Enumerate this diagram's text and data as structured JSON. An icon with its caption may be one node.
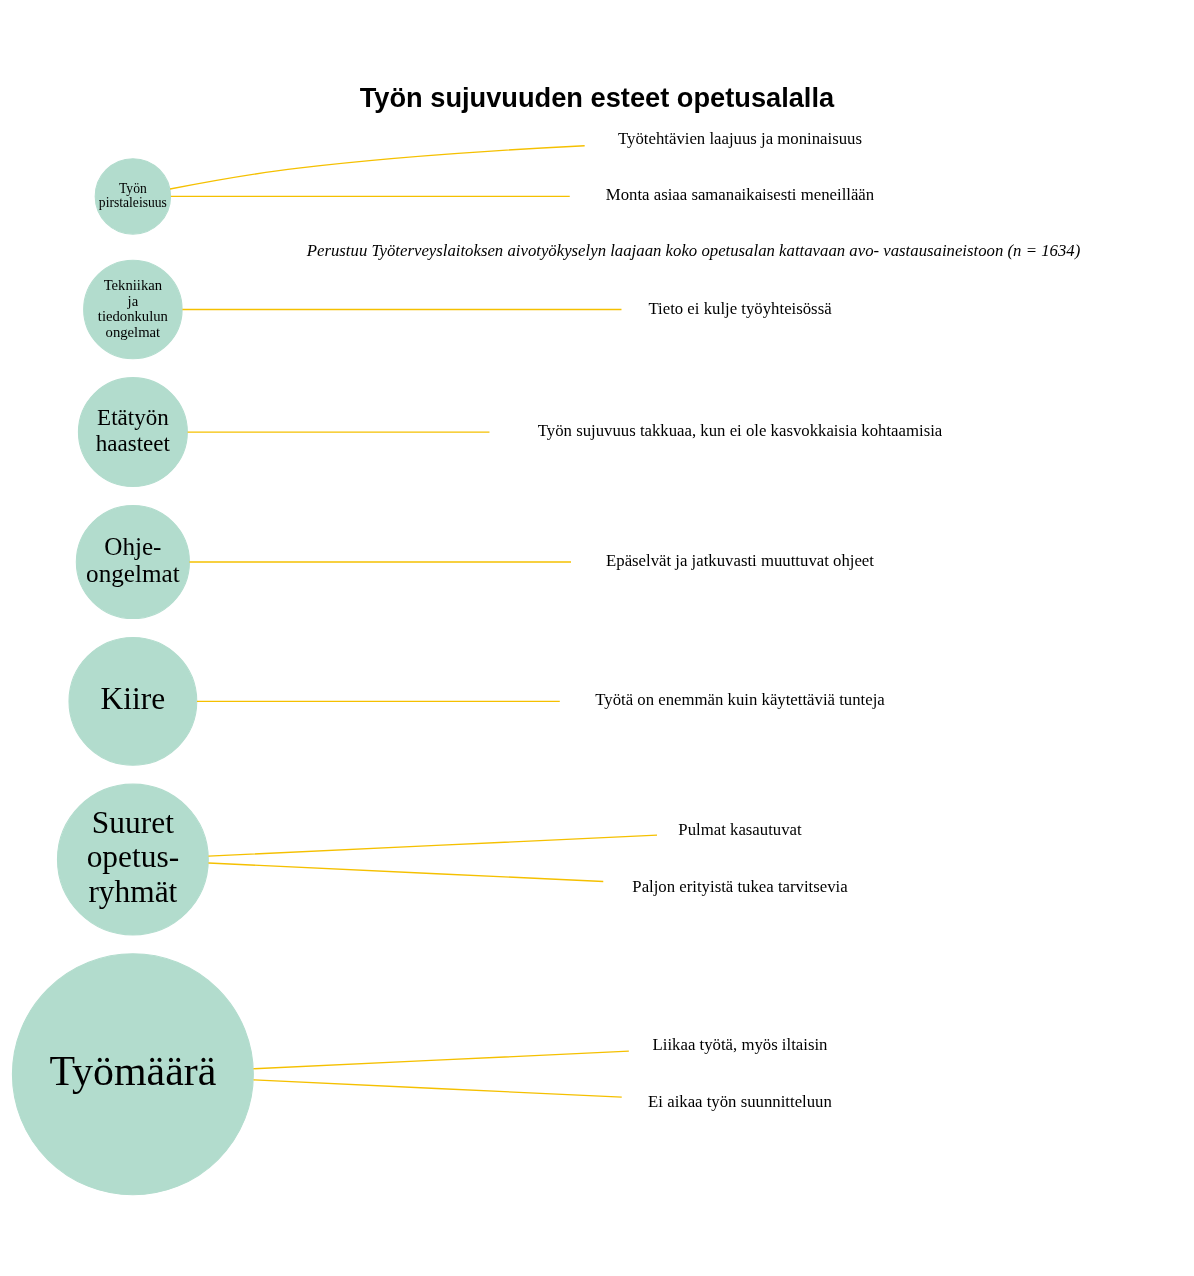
{
  "diagram": {
    "title": "Työn sujuvuuden esteet opetusalalla",
    "caption": "Perustuu Työterveyslaitoksen aivotyökyselyn laajaan koko opetusalan kattavaan avo- vastausaineistoon (n = 1634)",
    "nodes": [
      {
        "text": [
          "Työmäärä"
        ]
      },
      {
        "text": [
          "Liikaa työtä, myös iltaisin"
        ]
      },
      {
        "text": [
          "Ei aikaa työn suunnitteluun"
        ]
      },
      {
        "text": [
          "Suuret opetus- ryhmät"
        ]
      },
      {
        "text": [
          "Pulmat kasautuvat"
        ]
      },
      {
        "text": [
          "Paljon erityistä tukea tarvitsevia"
        ]
      },
      {
        "text": [
          "Kiire"
        ]
      },
      {
        "text": [
          "Työtä on enemmän kuin käytettäviä tunteja"
        ]
      },
      {
        "text": [
          "Ohje- ongelmat"
        ]
      },
      {
        "text": [
          "Epäselvät ja jatkuvasti muuttuvat ohjeet"
        ]
      },
      {
        "text": [
          "Etätyön haasteet"
        ]
      },
      {
        "text": [
          "Työn sujuvuus takkuaa, kun ei ole kasvokkaisia kohtaamisia"
        ]
      },
      {
        "text": [
          "Tekniikan ja tiedonkulun ongelmat"
        ]
      },
      {
        "text": [
          "Tieto ei kulje työyhteisössä"
        ]
      },
      {
        "text": [
          "Työn pirstaleisuus"
        ]
      },
      {
        "text": [
          "Työtehtävien laajuus ja moninaisuus"
        ]
      },
      {
        "text": [
          "Monta asiaa samanaikaisesti meneillään"
        ]
      }
    ],
    "edges": [
      {
        "from": 0,
        "to": 1,
        "arrow": "none"
      },
      {
        "from": 0,
        "to": 2,
        "arrow": "none"
      },
      {
        "from": 3,
        "to": 4,
        "arrow": "none"
      },
      {
        "from": 3,
        "to": 5,
        "arrow": "none"
      },
      {
        "from": 6,
        "to": 7,
        "arrow": "none"
      },
      {
        "from": 8,
        "to": 9,
        "arrow": "none"
      },
      {
        "from": 10,
        "to": 11,
        "arrow": "none"
      },
      {
        "from": 12,
        "to": 13,
        "arrow": "none"
      },
      {
        "from": 14,
        "to": 15,
        "arrow": "none"
      },
      {
        "from": 14,
        "to": 16,
        "arrow": "none"
      }
    ]
  }
}
